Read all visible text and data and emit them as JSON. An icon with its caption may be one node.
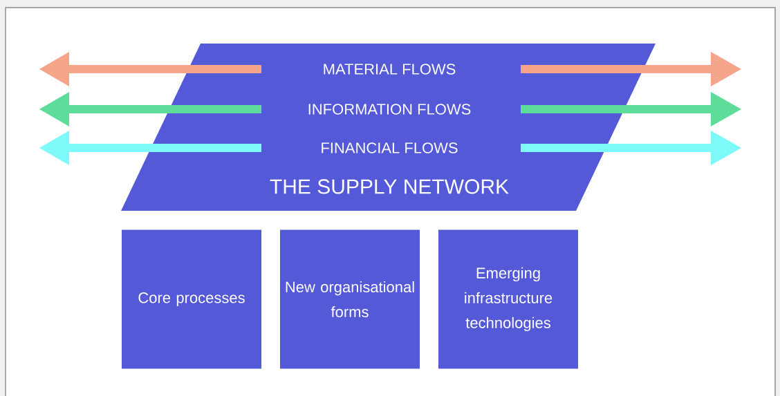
{
  "diagram": {
    "nodes": [
      {
        "text": [
          "MATERIAL FLOWS",
          "INFORMATION FLOWS",
          "FINANCIAL FLOWS",
          "THE SUPPLY NETWORK"
        ]
      },
      {
        "text": [
          "Core processes"
        ]
      },
      {
        "text": [
          "New organisational forms"
        ]
      },
      {
        "text": [
          "Emerging infrastructure technologies"
        ]
      }
    ]
  }
}
